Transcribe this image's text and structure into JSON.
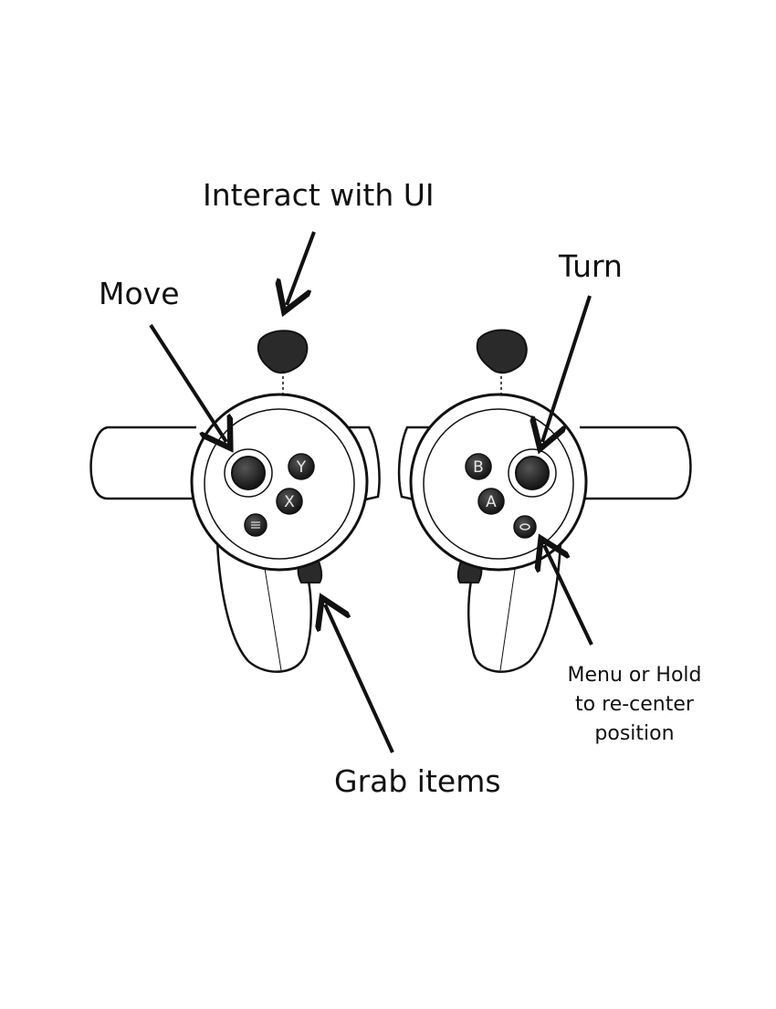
{
  "labels": {
    "interact": "Interact with UI",
    "move": "Move",
    "turn": "Turn",
    "grab": "Grab items",
    "menu_line1": "Menu or Hold",
    "menu_line2": "to re-center",
    "menu_line3": "position"
  },
  "left_controller": {
    "button_top": "Y",
    "button_bottom": "X",
    "menu_icon": "menu-lines-icon"
  },
  "right_controller": {
    "button_top": "B",
    "button_bottom": "A",
    "menu_icon": "oculus-home-icon"
  },
  "colors": {
    "outline": "#111111",
    "button_fill": "#1a1a1a",
    "trigger_fill": "#2a2a2a",
    "body_fill": "#ffffff"
  }
}
